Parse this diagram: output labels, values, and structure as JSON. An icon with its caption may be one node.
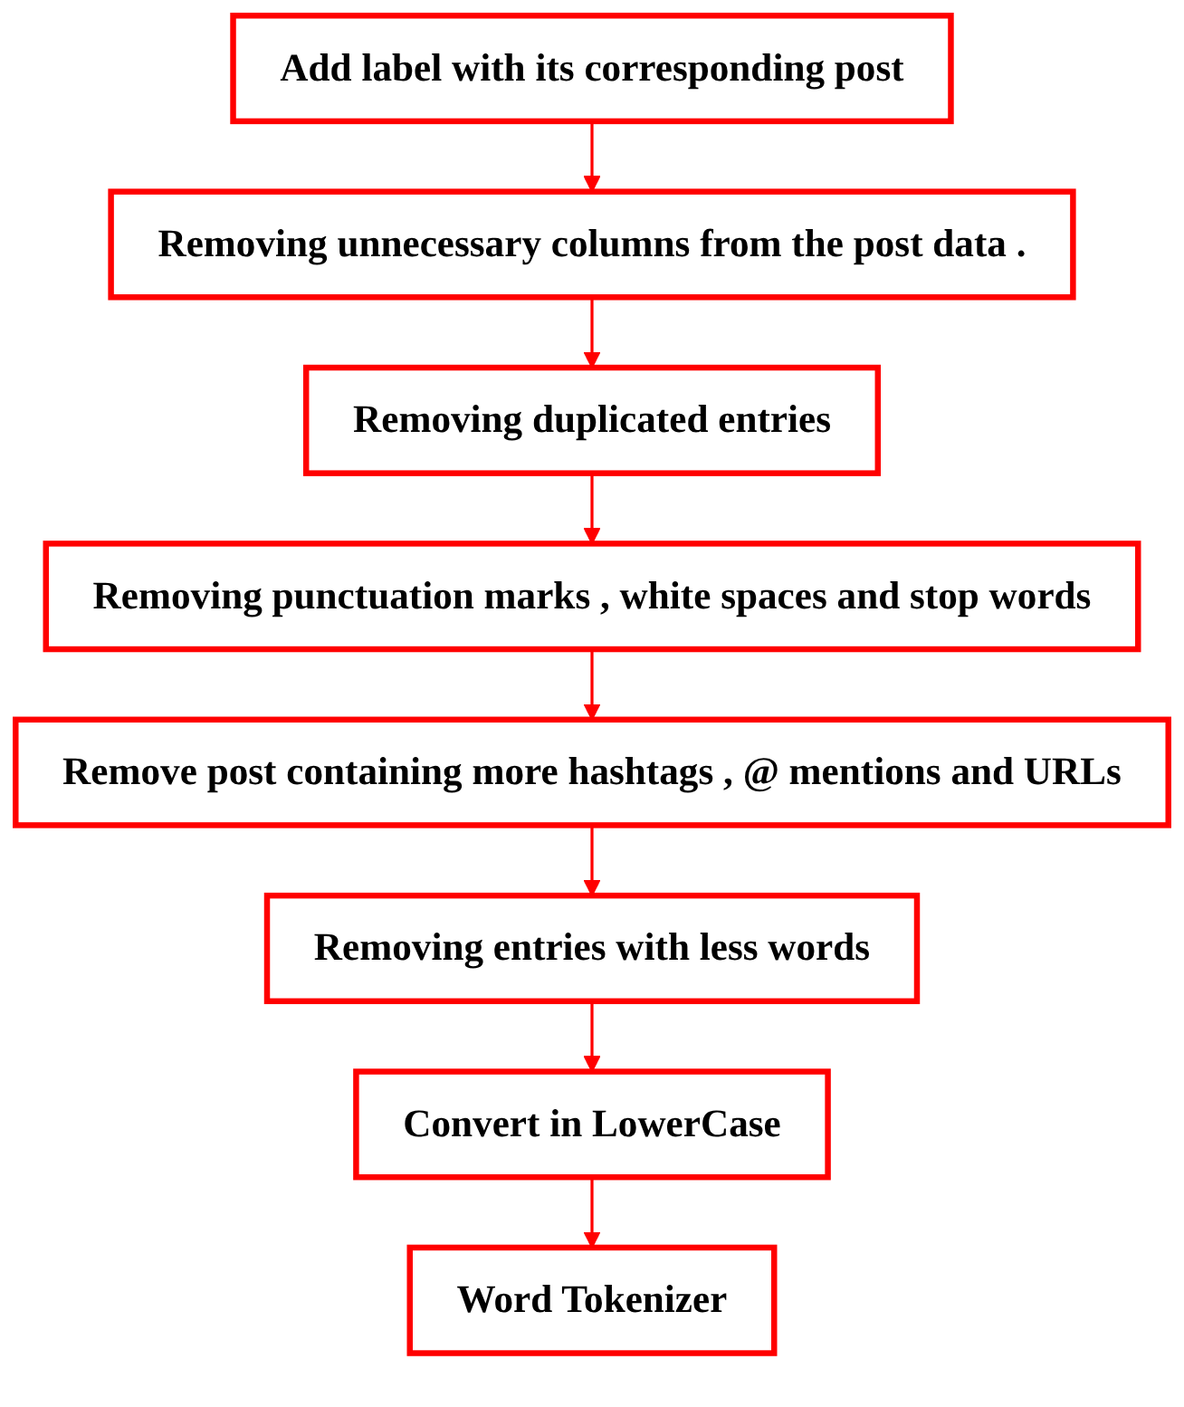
{
  "diagram": {
    "nodes": [
      {
        "text": [
          "Add label with its corresponding post"
        ]
      },
      {
        "text": [
          "Removing unnecessary columns from the post data ."
        ]
      },
      {
        "text": [
          "Removing duplicated entries"
        ]
      },
      {
        "text": [
          "Removing punctuation marks , white spaces and stop words"
        ]
      },
      {
        "text": [
          "Remove post containing more hashtags , @ mentions and URLs"
        ]
      },
      {
        "text": [
          "Removing entries with less words"
        ]
      },
      {
        "text": [
          "Convert in LowerCase"
        ]
      },
      {
        "text": [
          "Word Tokenizer"
        ]
      }
    ],
    "edges": [
      {
        "from": 0,
        "to": 1,
        "arrow": "to"
      },
      {
        "from": 1,
        "to": 2,
        "arrow": "to"
      },
      {
        "from": 2,
        "to": 3,
        "arrow": "to"
      },
      {
        "from": 3,
        "to": 4,
        "arrow": "to"
      },
      {
        "from": 4,
        "to": 5,
        "arrow": "to"
      },
      {
        "from": 5,
        "to": 6,
        "arrow": "to"
      },
      {
        "from": 6,
        "to": 7,
        "arrow": "to"
      }
    ]
  }
}
